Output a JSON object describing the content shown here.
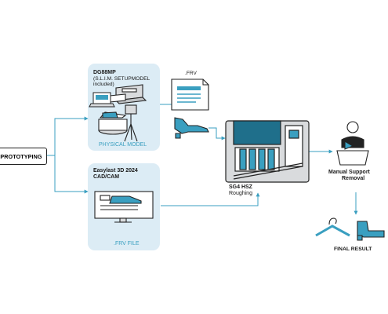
{
  "start_node": {
    "label": "PROTOTYPING"
  },
  "physical": {
    "title": "DG88MP",
    "subtitle_line1": "(S.L.I.M. SETUPMODEL",
    "subtitle_line2": "included)",
    "caption": "PHYSICAL MODEL"
  },
  "frv_doc": {
    "label": ".FRV"
  },
  "cad": {
    "title_line1": "Easylast 3D 2024",
    "title_line2": "CAD/CAM",
    "caption": ".FRV FILE"
  },
  "machine": {
    "title": "SG4 HSZ",
    "subtitle": "Roughing"
  },
  "manual": {
    "line1": "Manual Support",
    "line2": "Removal"
  },
  "final": {
    "label": "FINAL RESULT"
  },
  "colors": {
    "accent": "#3a9fc0",
    "panel": "#dcecf5",
    "line": "#222222",
    "machine_fill": "#d9dbdd",
    "screen": "#1f6f8b"
  },
  "icons": [
    "3d-printer-icon",
    "tripod-scanner-icon",
    "document-icon",
    "shoe-last-icon",
    "monitor-icon",
    "cnc-machine-icon",
    "worker-icon",
    "hanger-icon"
  ]
}
